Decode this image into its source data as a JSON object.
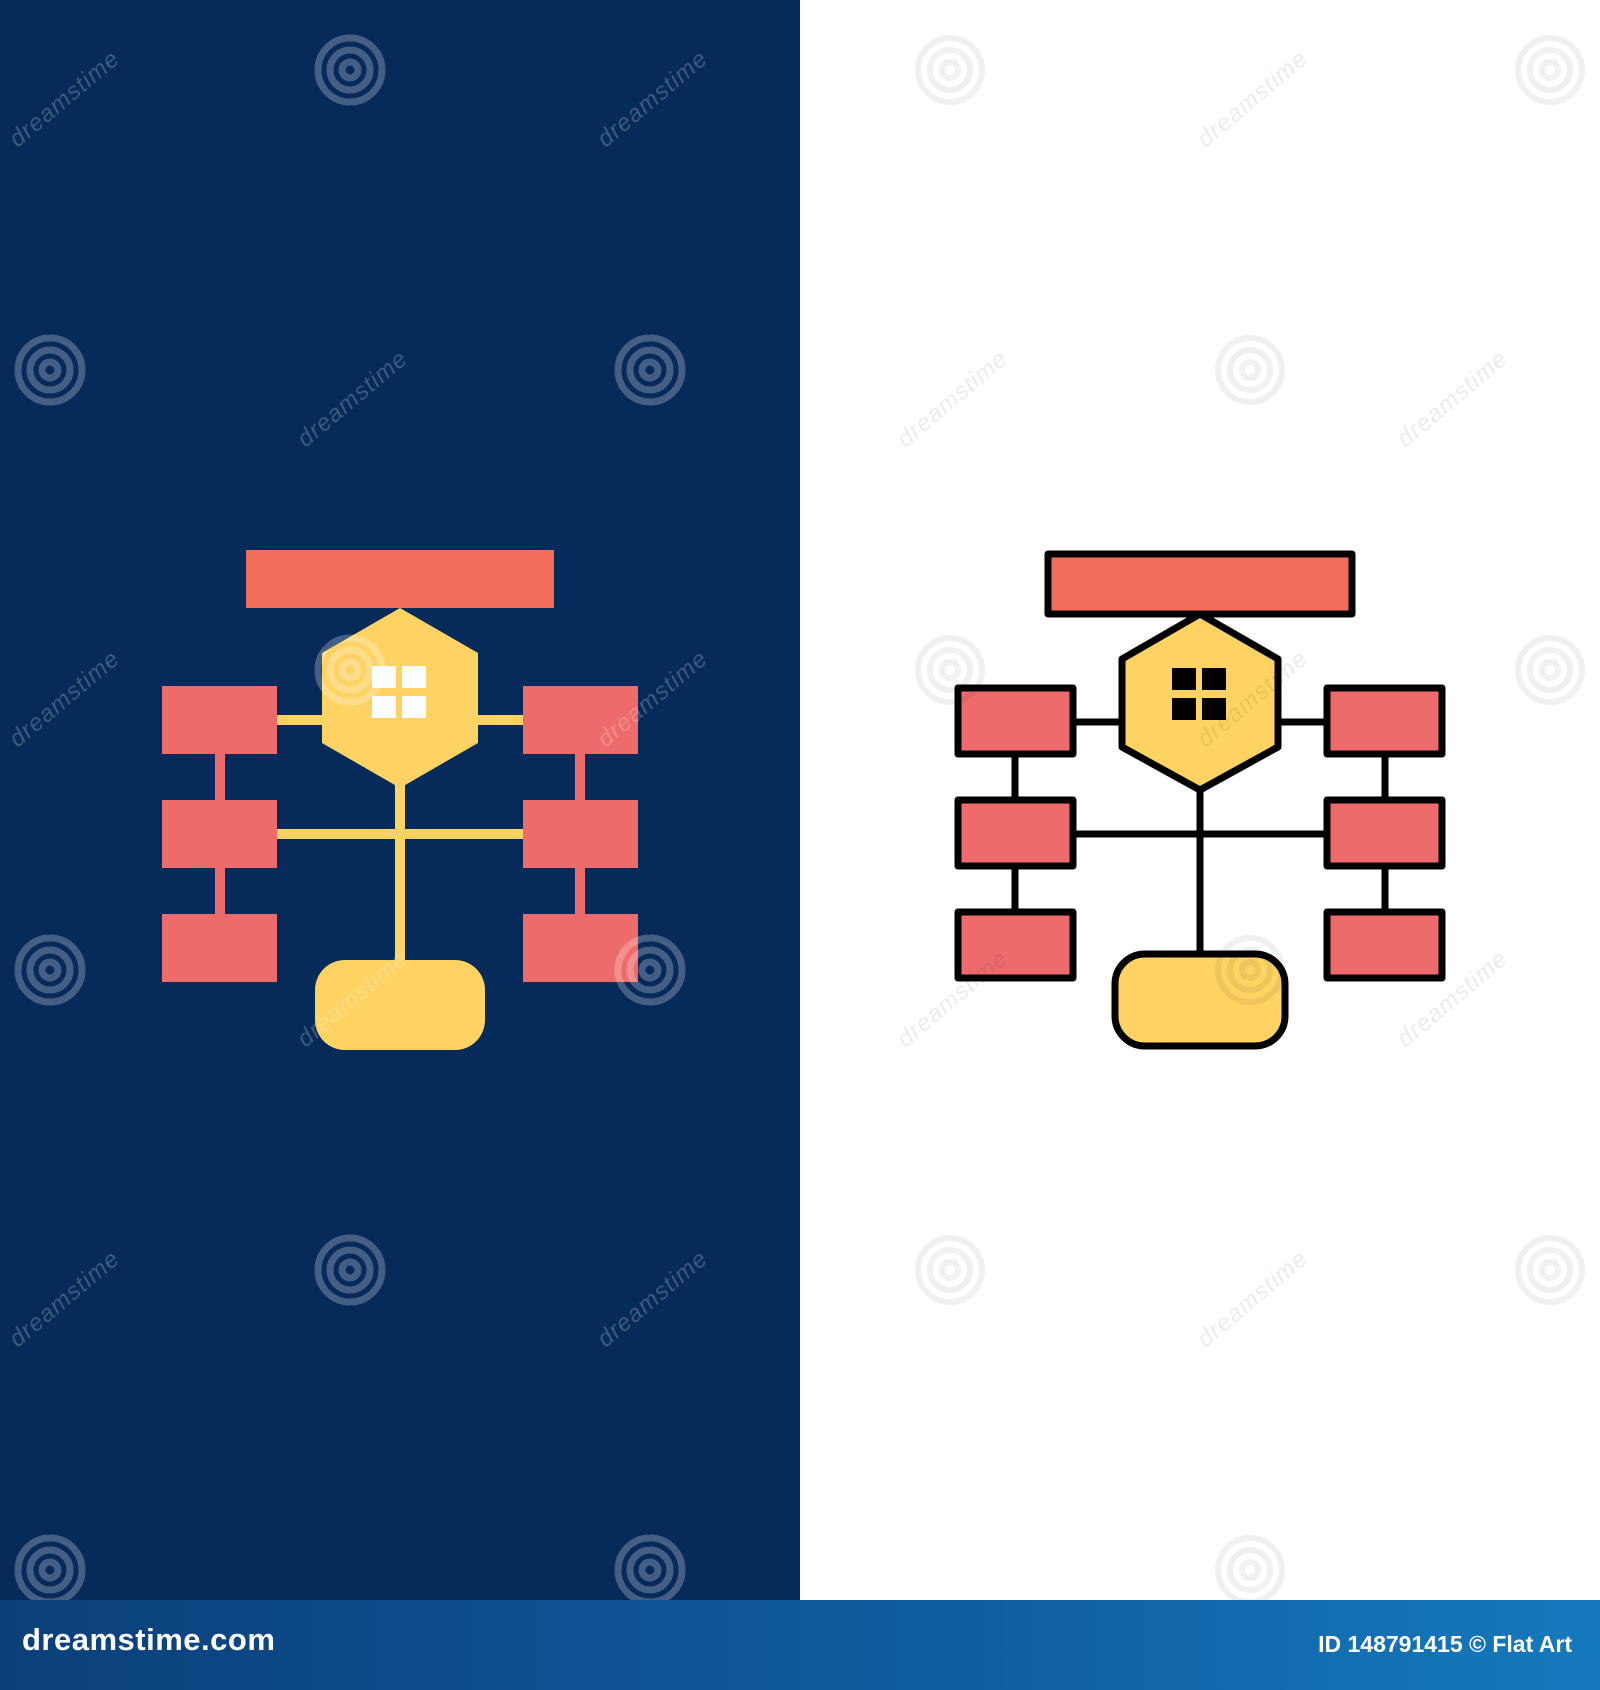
{
  "watermark": {
    "text": "dreamstime"
  },
  "icons": [
    {
      "name": "flowchart-flat-icon",
      "style": "flat",
      "background": "#062a5a"
    },
    {
      "name": "flowchart-filled-outline-icon",
      "style": "filled-outline",
      "background": "#ffffff"
    }
  ],
  "colors": {
    "header_red": "#f26e5a",
    "box_red": "#ee6b6b",
    "hexagon_yellow": "#fed363",
    "terminal_yellow": "#fed363",
    "connector_flat": "#fed363",
    "outline": "#000000"
  },
  "footer": {
    "logo_text": "dreamstime.com",
    "meta_text": "ID 148791415 © Flat Art"
  }
}
